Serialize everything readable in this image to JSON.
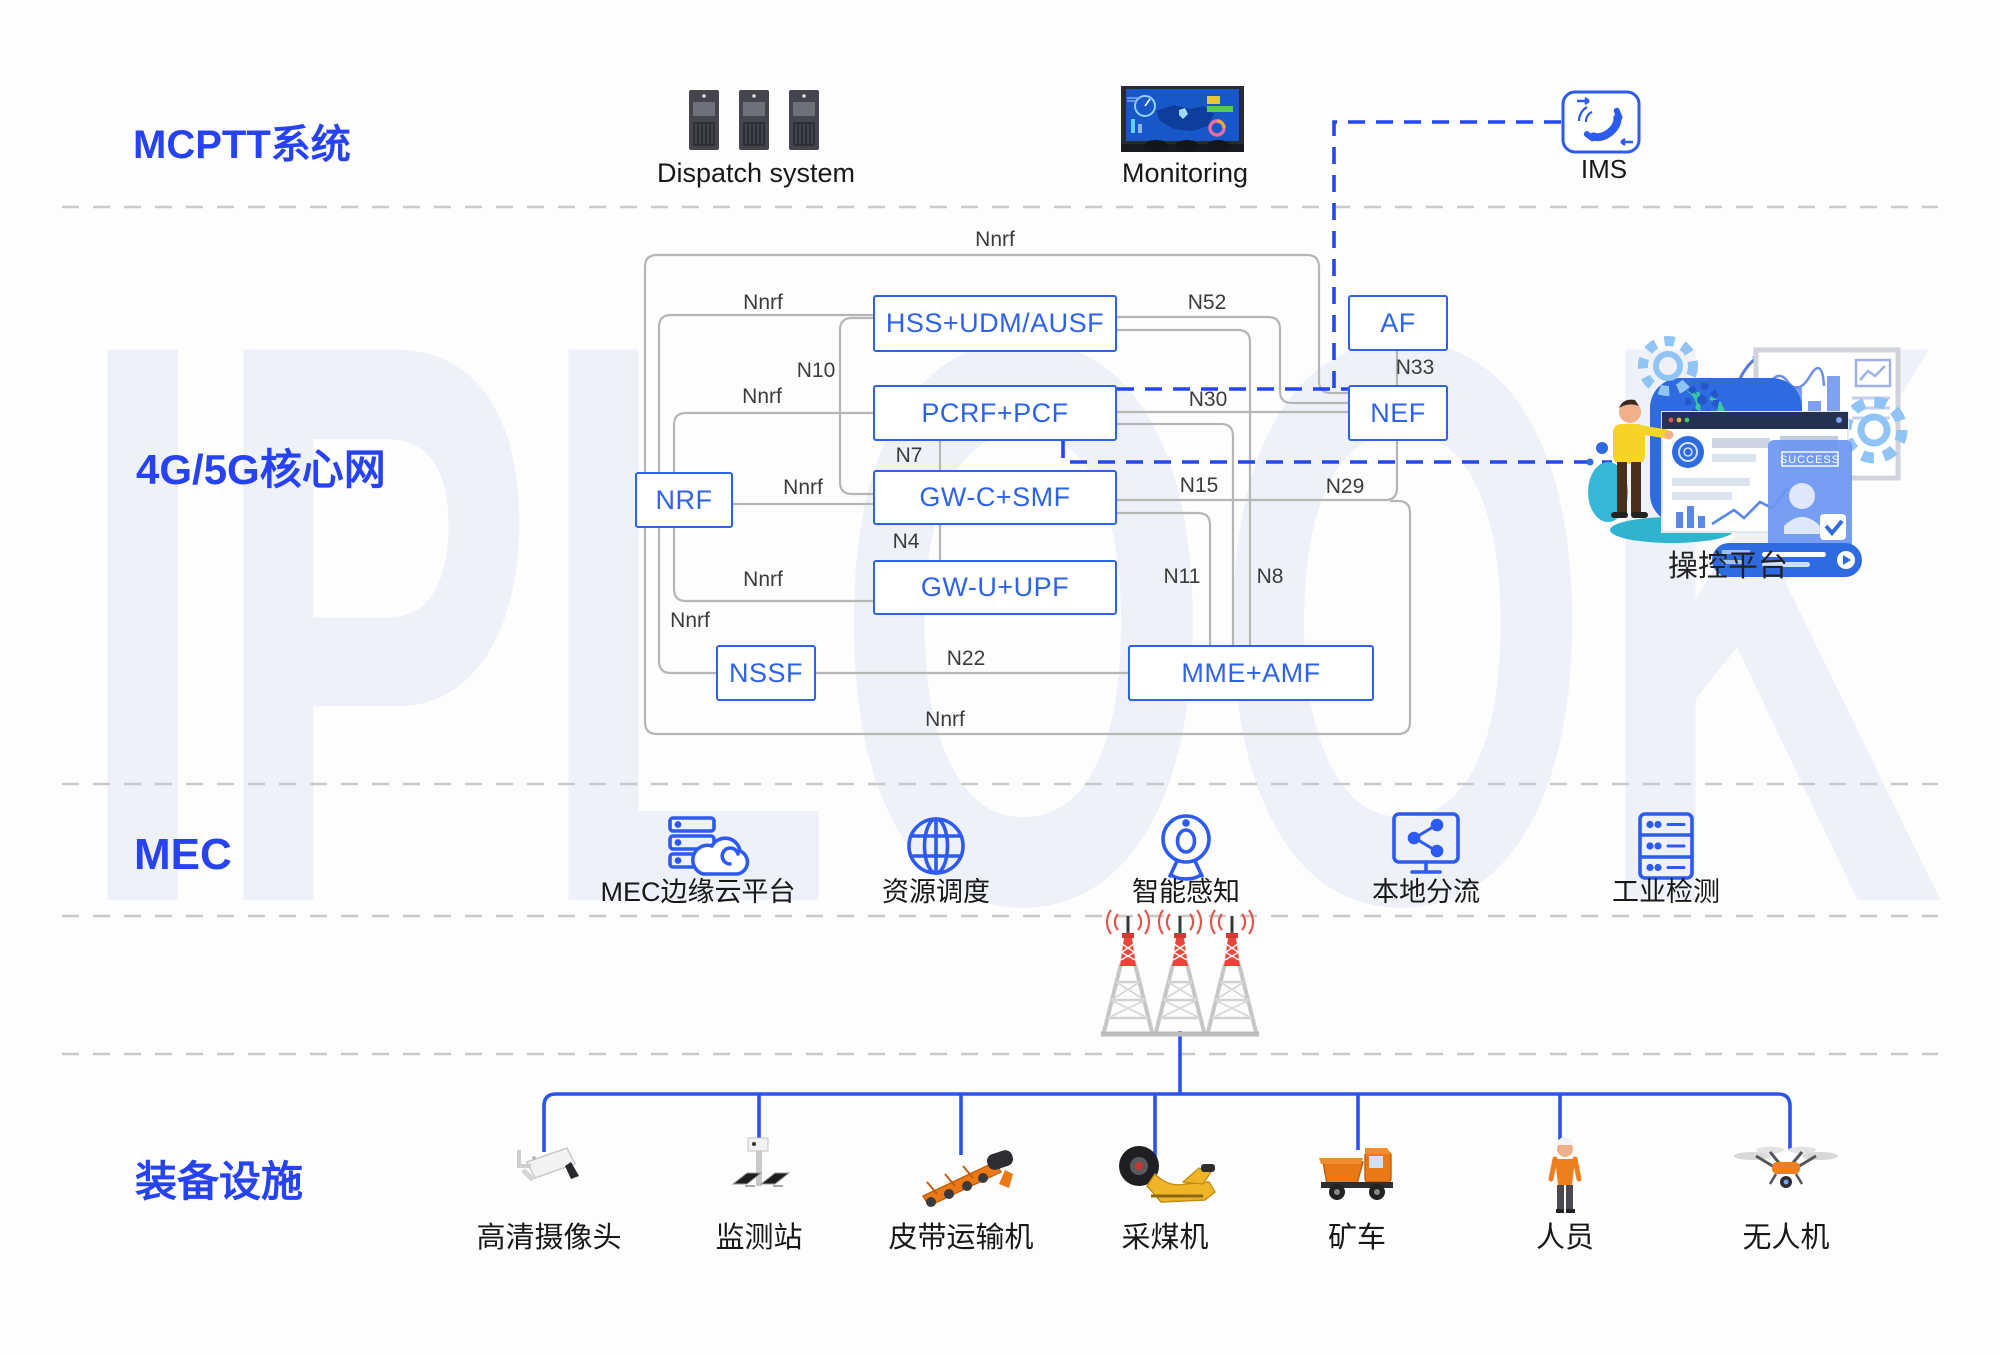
{
  "watermark": "IPLOOK",
  "sections": {
    "mcptt": {
      "title": "MCPTT系统"
    },
    "core": {
      "title": "4G/5G核心网"
    },
    "mec": {
      "title": "MEC"
    },
    "devices": {
      "title": "装备设施"
    }
  },
  "mcptt": {
    "items": [
      {
        "label": "Dispatch system",
        "icon": "server-racks-icon"
      },
      {
        "label": "Monitoring",
        "icon": "control-room-screen-icon"
      },
      {
        "label": "IMS",
        "icon": "phone-call-icon"
      }
    ]
  },
  "core": {
    "boxes": {
      "hss": "HSS+UDM/AUSF",
      "pcrf": "PCRF+PCF",
      "gwc": "GW-C+SMF",
      "gwu": "GW-U+UPF",
      "nrf": "NRF",
      "nssf": "NSSF",
      "mme": "MME+AMF",
      "af": "AF",
      "nef": "NEF"
    },
    "interfaces": {
      "nnrf_top": "Nnrf",
      "nnrf_hss": "Nnrf",
      "n10": "N10",
      "nnrf_pcrf": "Nnrf",
      "n52": "N52",
      "n33": "N33",
      "n30": "N30",
      "n7": "N7",
      "nnrf_gwc": "Nnrf",
      "n15": "N15",
      "n29": "N29",
      "n4": "N4",
      "nnrf_gwu": "Nnrf",
      "n11": "N11",
      "n8": "N8",
      "nnrf_nssf": "Nnrf",
      "n22": "N22",
      "nnrf_bottom": "Nnrf"
    },
    "platform_label": "操控平台",
    "success_label": "SUCCESS"
  },
  "mec": {
    "items": [
      {
        "label": "MEC边缘云平台",
        "icon": "cloud-server-icon"
      },
      {
        "label": "资源调度",
        "icon": "globe-icon"
      },
      {
        "label": "智能感知",
        "icon": "smart-camera-icon"
      },
      {
        "label": "本地分流",
        "icon": "monitor-share-icon"
      },
      {
        "label": "工业检测",
        "icon": "industrial-server-icon"
      }
    ]
  },
  "devices": {
    "items": [
      {
        "label": "高清摄像头",
        "icon": "cctv-camera"
      },
      {
        "label": "监测站",
        "icon": "monitoring-station"
      },
      {
        "label": "皮带运输机",
        "icon": "belt-conveyor"
      },
      {
        "label": "采煤机",
        "icon": "coal-shearer"
      },
      {
        "label": "矿车",
        "icon": "mine-truck"
      },
      {
        "label": "人员",
        "icon": "worker"
      },
      {
        "label": "无人机",
        "icon": "drone"
      }
    ]
  },
  "colors": {
    "title_blue": "#2742f0",
    "box_blue": "#2e62ea",
    "dashed_blue": "#2547ef",
    "bus_blue": "#2b52f2",
    "line_grey": "#b6b6b6",
    "separator_grey": "#c9c9c9",
    "tower_red": "#e8463a",
    "watermark_grey": "#edf0f6"
  }
}
